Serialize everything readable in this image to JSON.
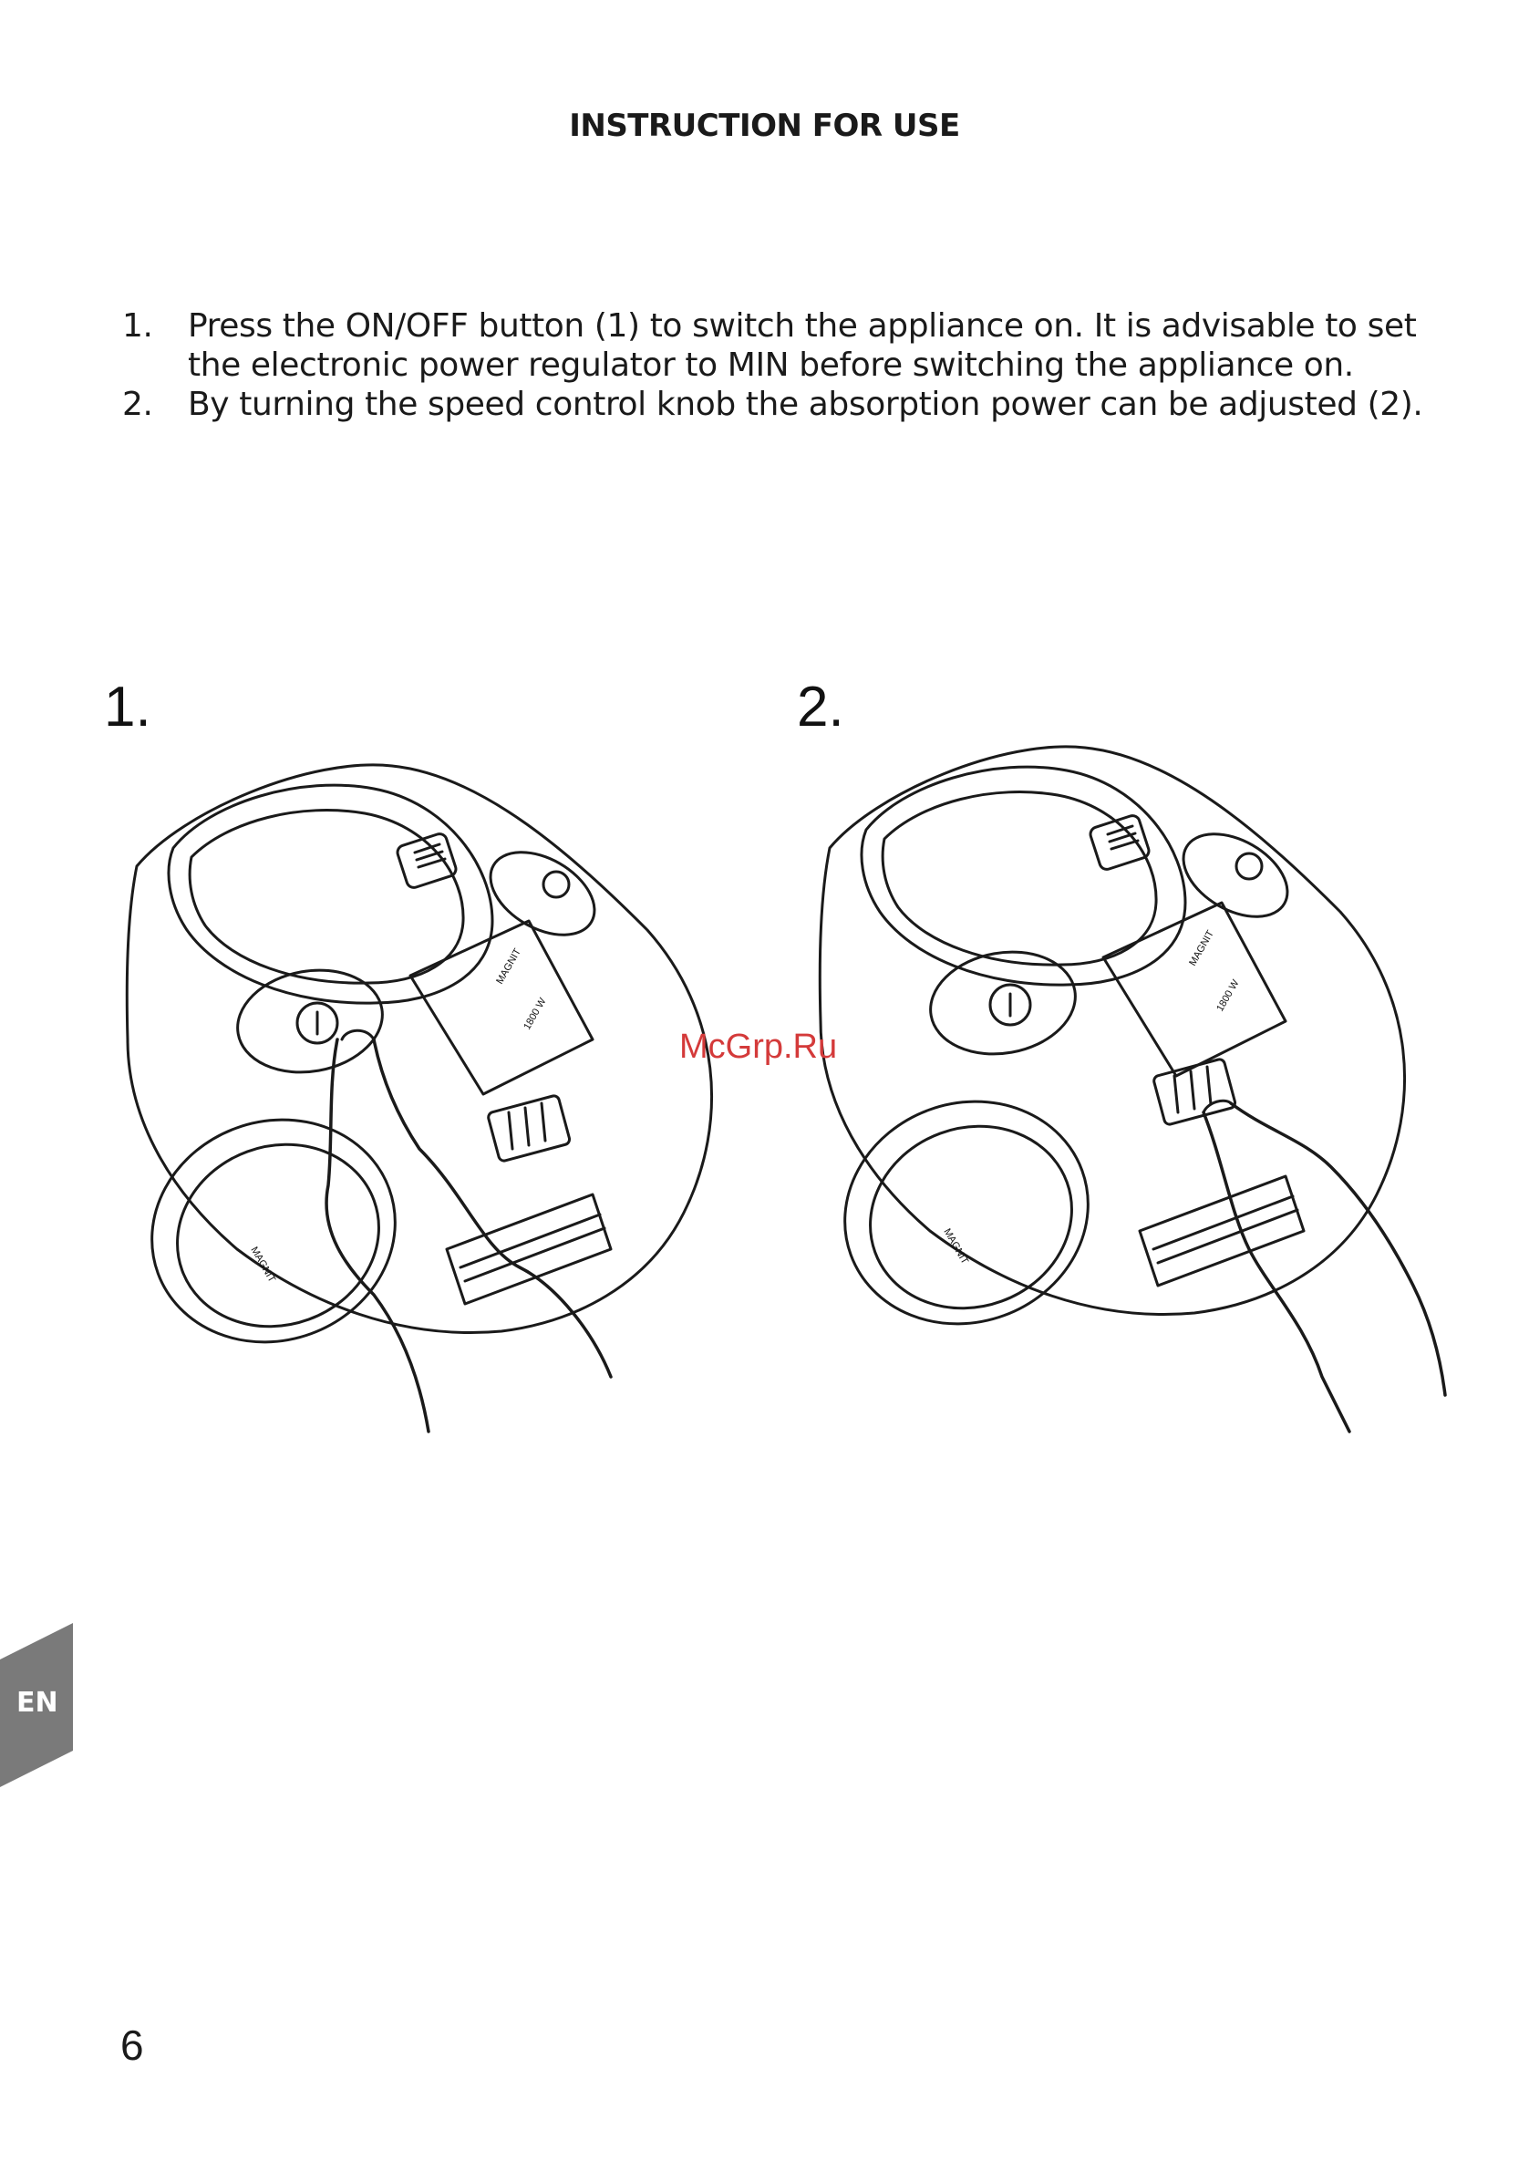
{
  "page": {
    "heading": "INSTRUCTION FOR USE",
    "steps": [
      {
        "num": "1.",
        "text": "Press the ON/OFF button (1) to switch the appliance on. It is advisable to set the electronic power regulator to MIN before switching the appliance on."
      },
      {
        "num": "2.",
        "text": "By turning the speed control knob the absorption power can be adjusted (2)."
      }
    ],
    "figures": [
      {
        "label": "1.",
        "brand": "MAGNIT",
        "power": "1800 W",
        "wheel_brand": "MAGNIT"
      },
      {
        "label": "2.",
        "brand": "MAGNIT",
        "power": "1800 W",
        "wheel_brand": "MAGNIT"
      }
    ],
    "watermark": "McGrp.Ru",
    "language_tab": "EN",
    "page_number": "6"
  }
}
